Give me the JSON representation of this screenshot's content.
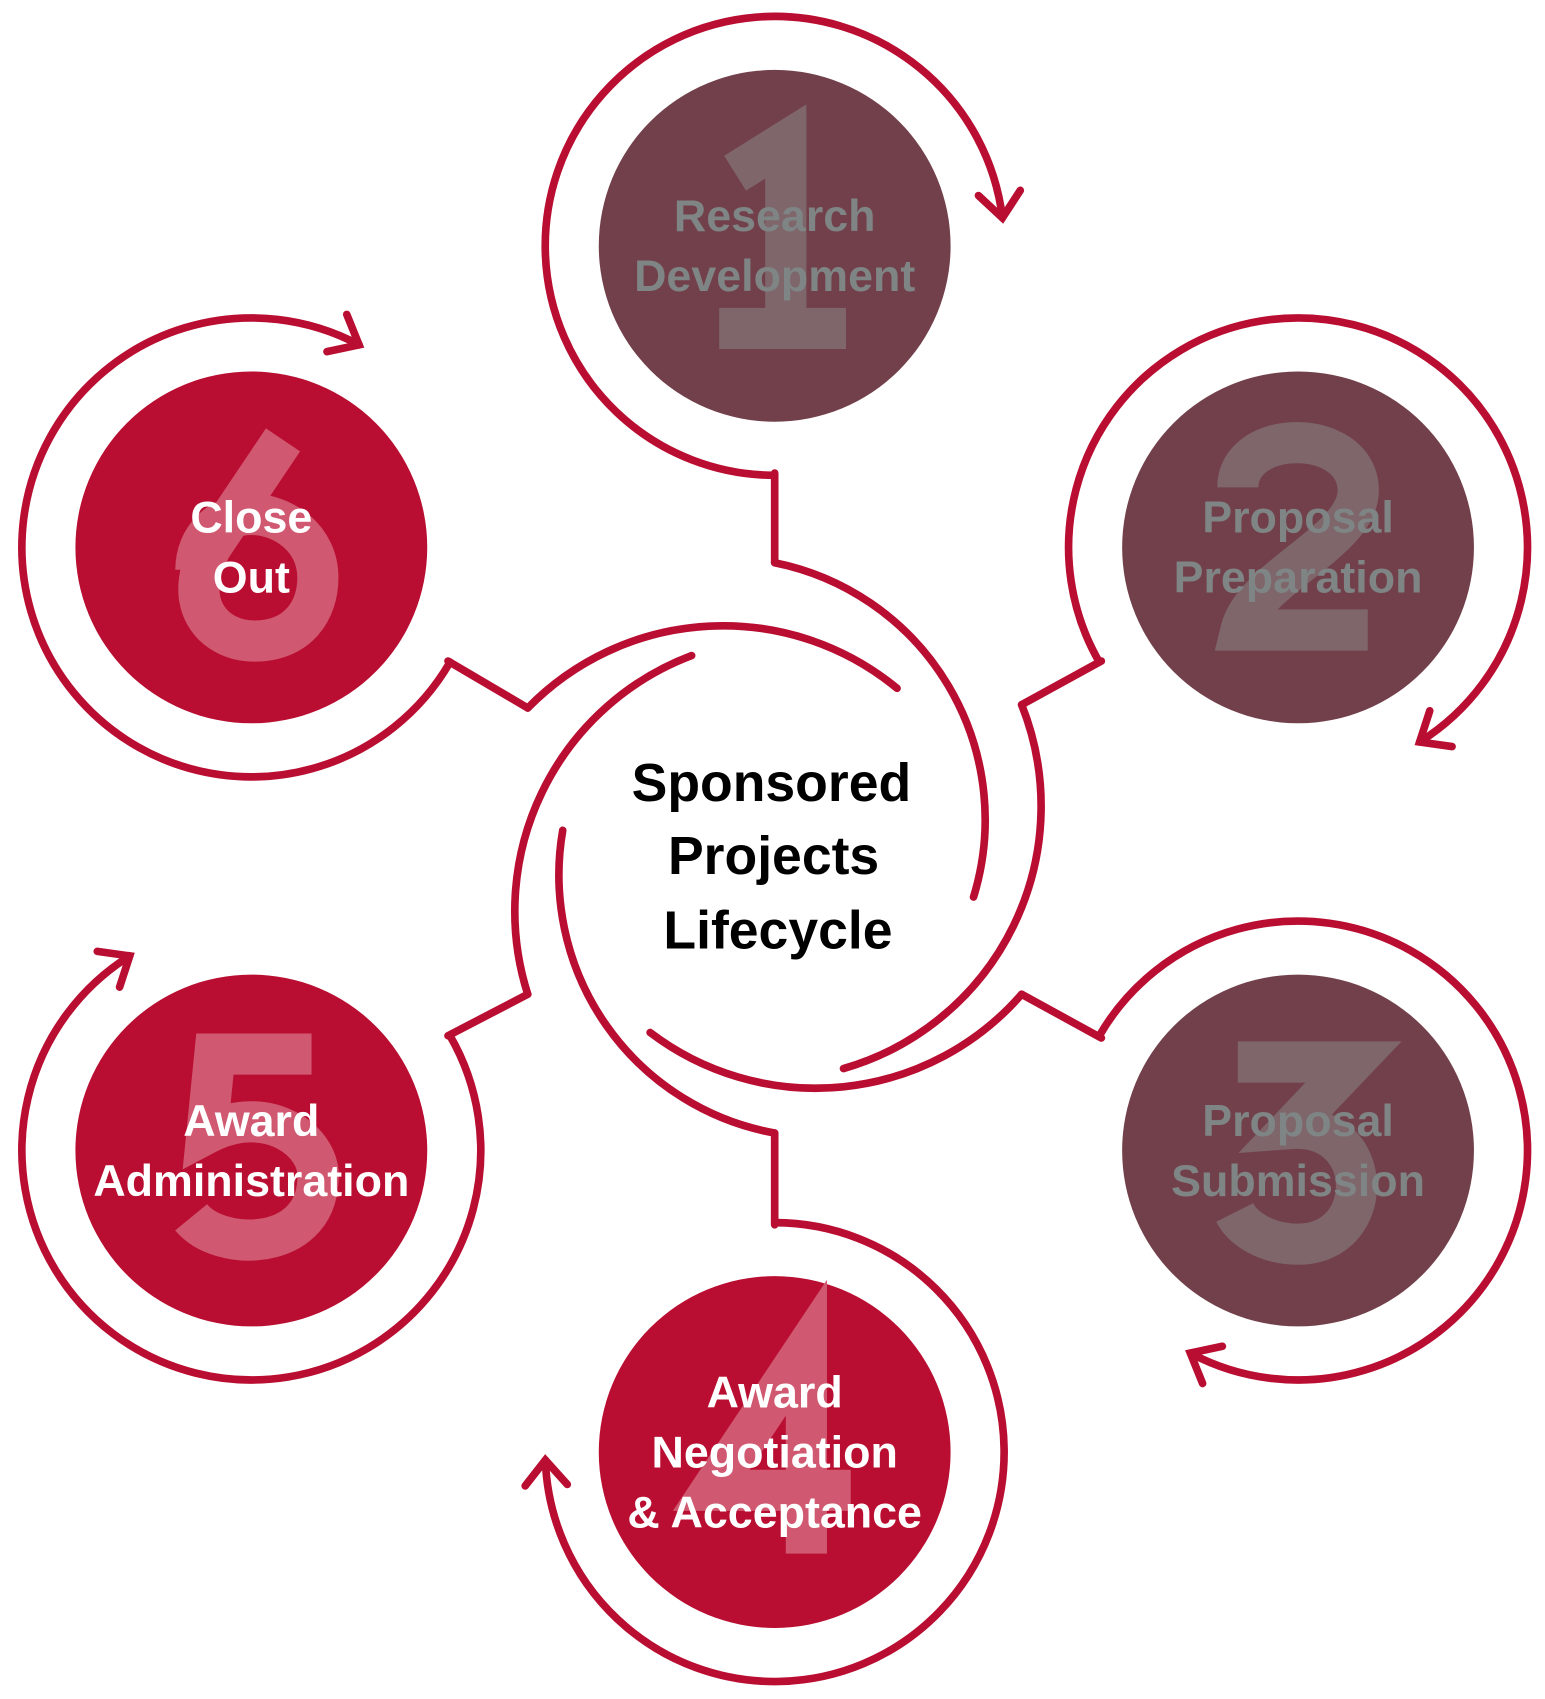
{
  "title": [
    "Sponsored",
    "Projects",
    "Lifecycle"
  ],
  "colors": {
    "accent_red": "#B90E31",
    "maroon": "#72404B",
    "gray_text": "#7F8484",
    "gray_number": "#7E666B",
    "red_number": "#D05870",
    "white_text": "#FFFFFF"
  },
  "steps": [
    {
      "number": "1",
      "lines": [
        "Research",
        "Development"
      ],
      "state": "inactive"
    },
    {
      "number": "2",
      "lines": [
        "Proposal",
        "Preparation"
      ],
      "state": "inactive"
    },
    {
      "number": "3",
      "lines": [
        "Proposal",
        "Submission"
      ],
      "state": "inactive"
    },
    {
      "number": "4",
      "lines": [
        "Award",
        "Negotiation",
        "& Acceptance"
      ],
      "state": "active"
    },
    {
      "number": "5",
      "lines": [
        "Award",
        "Administration"
      ],
      "state": "active"
    },
    {
      "number": "6",
      "lines": [
        "Close",
        "Out"
      ],
      "state": "active"
    }
  ]
}
